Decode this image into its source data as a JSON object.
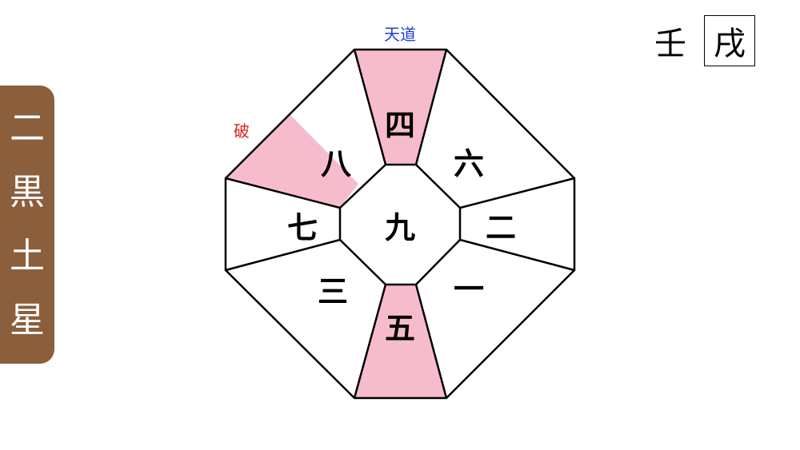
{
  "side_tab": {
    "chars": [
      "二",
      "黒",
      "土",
      "星"
    ]
  },
  "header": {
    "stem": "壬",
    "branch": "戌"
  },
  "board": {
    "center": "九",
    "directions": {
      "n": "四",
      "ne": "六",
      "e": "二",
      "se": "一",
      "s": "五",
      "sw": "三",
      "w": "七",
      "nw": "八"
    },
    "highlighted": [
      "n",
      "s",
      "nw"
    ],
    "labels": {
      "tendo": "天道",
      "ha": "破"
    }
  },
  "colors": {
    "highlight": "#f7bccb",
    "tendo_label": "#1f3fd1",
    "ha_label": "#e0201e",
    "side_tab": "#8b5e3c"
  }
}
